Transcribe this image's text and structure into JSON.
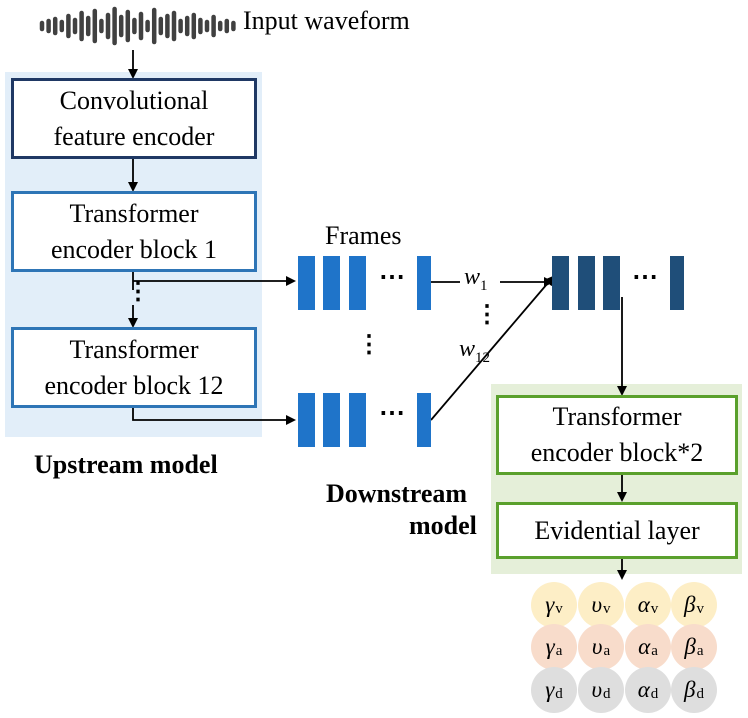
{
  "input_label": "Input waveform",
  "upstream": {
    "title": "Upstream model",
    "conv_box": "Convolutional feature encoder",
    "block1": "Transformer encoder block 1",
    "block12": "Transformer encoder block 12",
    "vdots": "⋮"
  },
  "frames_label": "Frames",
  "weights": {
    "w1": "w",
    "w1_sub": "1",
    "w12": "w",
    "w12_sub": "12",
    "vdots": "⋮"
  },
  "frame_dots": "⋯",
  "downstream": {
    "title_line1": "Downstream",
    "title_line2": "model",
    "block": "Transformer encoder block*2",
    "evidential": "Evidential layer"
  },
  "outputs": [
    {
      "row": "v",
      "color": "#fdeec6",
      "params": [
        {
          "sym": "γ",
          "sub": "v"
        },
        {
          "sym": "υ",
          "sub": "v"
        },
        {
          "sym": "α",
          "sub": "v"
        },
        {
          "sym": "β",
          "sub": "v"
        }
      ]
    },
    {
      "row": "a",
      "color": "#f8dccb",
      "params": [
        {
          "sym": "γ",
          "sub": "a"
        },
        {
          "sym": "υ",
          "sub": "a"
        },
        {
          "sym": "α",
          "sub": "a"
        },
        {
          "sym": "β",
          "sub": "a"
        }
      ]
    },
    {
      "row": "d",
      "color": "#dedede",
      "params": [
        {
          "sym": "γ",
          "sub": "d"
        },
        {
          "sym": "υ",
          "sub": "d"
        },
        {
          "sym": "α",
          "sub": "d"
        },
        {
          "sym": "β",
          "sub": "d"
        }
      ]
    }
  ],
  "colors": {
    "upstream_bg": "#e2eef9",
    "downstream_bg": "#e5efd9",
    "conv_border": "#1f3864",
    "block_border": "#2e75b6",
    "green_border": "#5aa02c",
    "frame_blue": "#1f74c9",
    "frame_navy": "#1f4e79",
    "wave": "#404040"
  }
}
